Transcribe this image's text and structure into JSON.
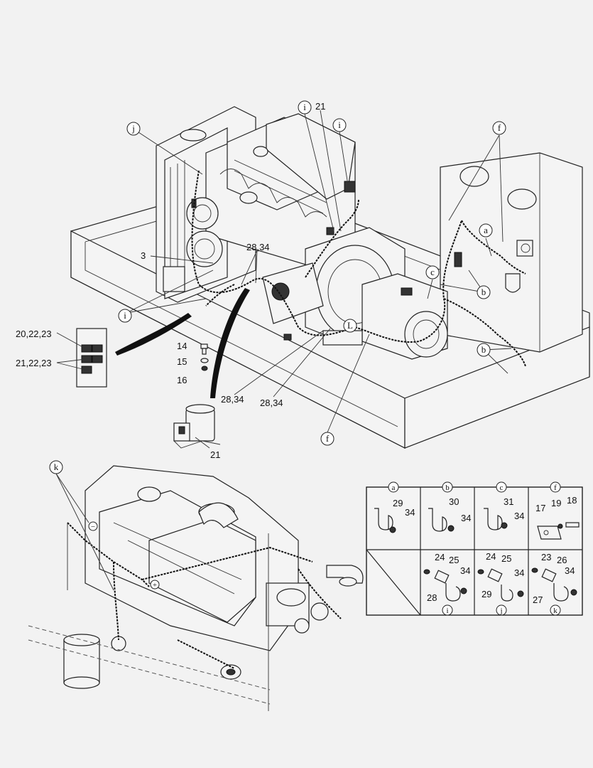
{
  "callouts": {
    "i_top": "i",
    "n21_top": "21",
    "i_right_top": "i",
    "j": "j",
    "f_top": "f",
    "a": "a",
    "c": "c",
    "b_1": "b",
    "b_2": "b",
    "n3": "3",
    "n28_34_top": "28,34",
    "i_left": "i",
    "L": "L",
    "n20_22_23": "20,22,23",
    "n21_22_23": "21,22,23",
    "n14": "14",
    "n15": "15",
    "n16": "16",
    "n28_34_mid": "28,34",
    "n28_34_low": "28,34",
    "f_bottom": "f",
    "n21_relay": "21",
    "k": "k",
    "minus": "−",
    "plus": "+"
  },
  "detail_table": {
    "cells": [
      {
        "id": "a",
        "parts": [
          "29",
          "34"
        ]
      },
      {
        "id": "b",
        "parts": [
          "30",
          "34"
        ]
      },
      {
        "id": "c",
        "parts": [
          "31",
          "34"
        ]
      },
      {
        "id": "f",
        "parts": [
          "17",
          "19",
          "18"
        ]
      },
      {
        "id": "i",
        "parts": [
          "24",
          "25",
          "34",
          "28"
        ]
      },
      {
        "id": "j",
        "parts": [
          "24",
          "25",
          "34",
          "29"
        ]
      },
      {
        "id": "k",
        "parts": [
          "23",
          "26",
          "34",
          "27"
        ]
      }
    ]
  }
}
